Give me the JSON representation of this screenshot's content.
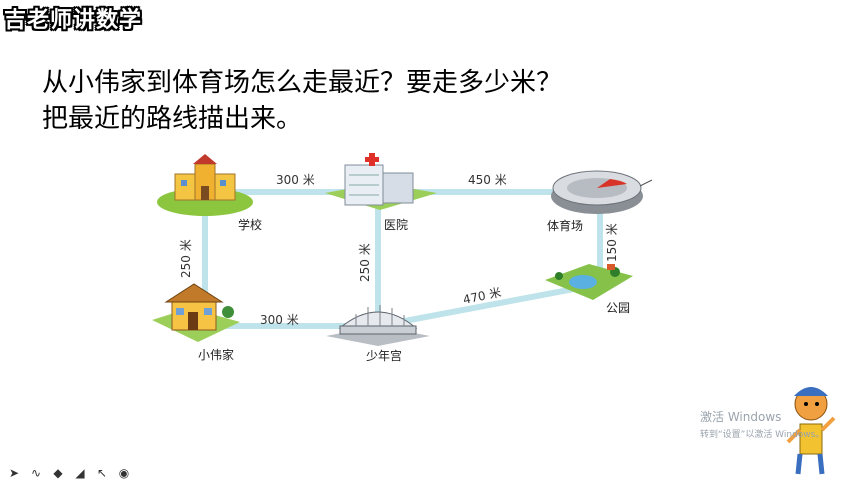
{
  "header": {
    "channel_title": "吉老师讲数学"
  },
  "question": {
    "line1": "从小伟家到体育场怎么走最近？要走多少米？",
    "line2": "把最近的路线描出来。"
  },
  "map": {
    "places": {
      "school": "学校",
      "hospital": "医院",
      "stadium": "体育场",
      "park": "公园",
      "home": "小伟家",
      "youth_palace": "少年宫"
    },
    "distances": {
      "school_hospital": "300 米",
      "hospital_stadium": "450 米",
      "school_home": "250 米",
      "hospital_palace": "250 米",
      "stadium_park": "150 米",
      "home_palace": "300 米",
      "palace_park": "470 米"
    },
    "road_color": "#bfe3ea"
  },
  "toolbar": {
    "icons": [
      "arrow-icon",
      "pen-icon",
      "eraser-icon",
      "highlighter-icon",
      "pointer-icon",
      "record-icon"
    ]
  },
  "windows_notice": {
    "line1": "激活 Windows",
    "line2": "转到“设置”以激活 Windows。"
  }
}
